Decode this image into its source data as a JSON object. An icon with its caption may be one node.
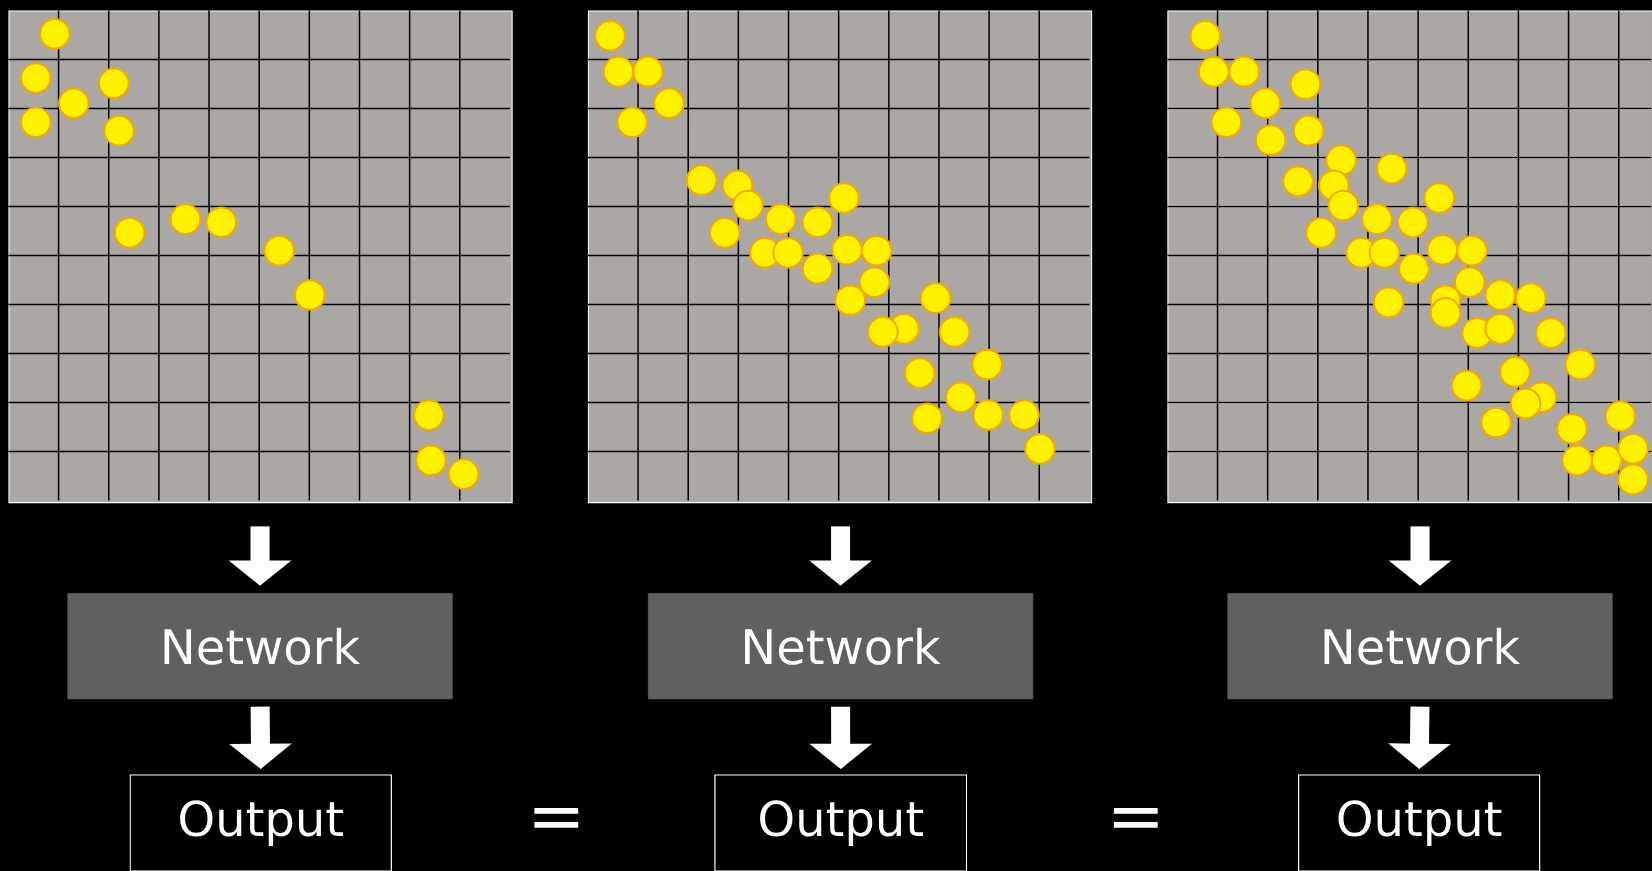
{
  "diagram": {
    "nodes": [
      {
        "text": [],
        "shape": "picture"
      },
      {
        "text": [],
        "shape": "picture"
      },
      {
        "text": [],
        "shape": "picture"
      },
      {
        "text": [
          "Network"
        ]
      },
      {
        "text": [
          "Network"
        ]
      },
      {
        "text": [
          "Network"
        ]
      },
      {
        "text": [
          "Output"
        ]
      },
      {
        "text": [
          "Output"
        ]
      },
      {
        "text": [
          "Output"
        ]
      }
    ],
    "edges": [
      {
        "from": 0,
        "to": 3,
        "arrow": "to"
      },
      {
        "from": 1,
        "to": 4,
        "arrow": "to"
      },
      {
        "from": 2,
        "to": 5,
        "arrow": "to"
      },
      {
        "from": 3,
        "to": 6,
        "arrow": "to"
      },
      {
        "from": 4,
        "to": 7,
        "arrow": "to"
      },
      {
        "from": 5,
        "to": 8,
        "arrow": "to"
      }
    ],
    "labels": [
      "=",
      "="
    ]
  }
}
